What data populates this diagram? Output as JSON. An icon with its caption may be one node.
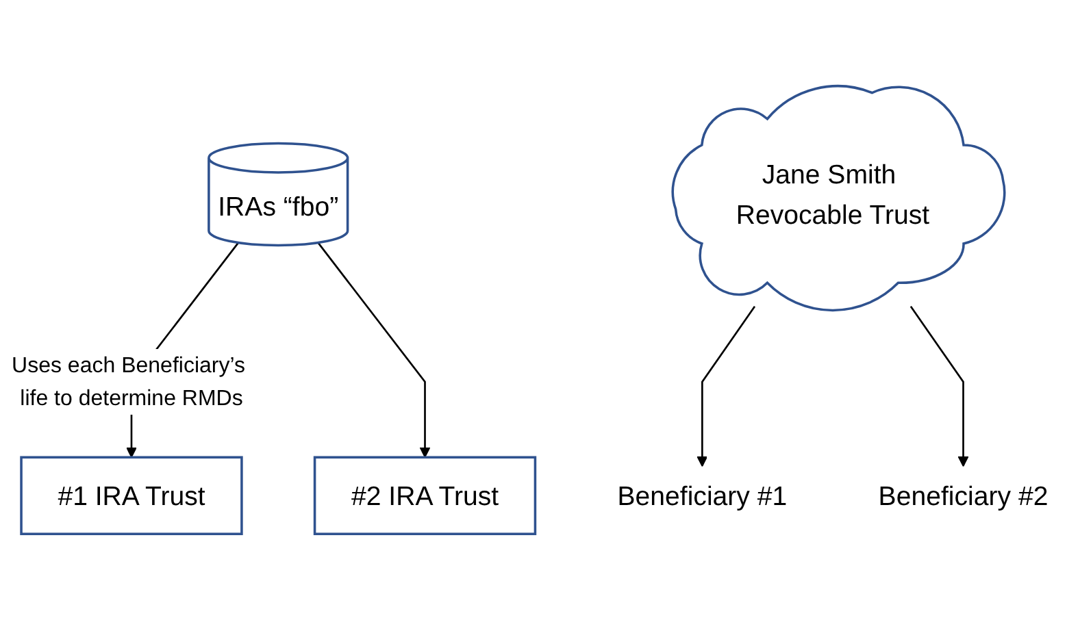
{
  "diagram": {
    "nodes": [
      {
        "text": [
          "IRAs “fbo”"
        ]
      },
      {
        "text": [
          "Jane Smith Revocable Trust"
        ]
      },
      {
        "text": [
          "Beneficiary #1"
        ]
      },
      {
        "text": [
          "Beneficiary #2"
        ]
      },
      {
        "text": [
          "#1 IRA Trust"
        ]
      },
      {
        "text": [
          "#2 IRA Trust"
        ]
      }
    ],
    "edges": [
      {
        "from": 1,
        "to": 2,
        "arrow": "to"
      },
      {
        "from": 1,
        "to": 3,
        "arrow": "to"
      },
      {
        "from": 0,
        "to": 4,
        "arrow": "to",
        "label": "Uses each Beneficiary’s life to determine RMDs"
      },
      {
        "from": 0,
        "to": 5,
        "arrow": "to"
      }
    ]
  }
}
